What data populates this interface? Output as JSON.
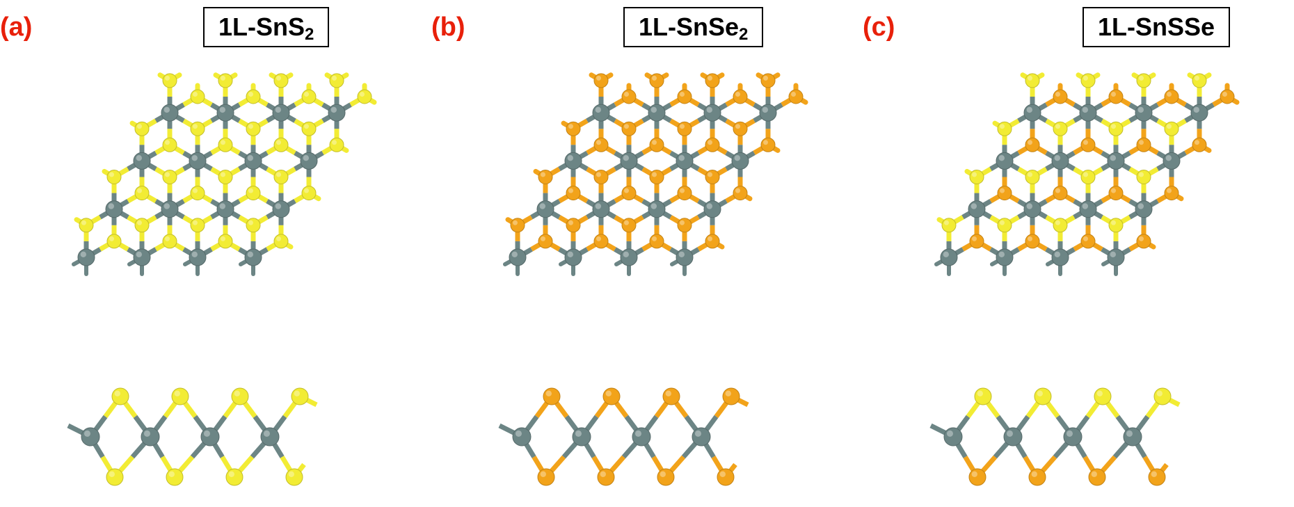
{
  "colors": {
    "label": "#e8200a",
    "sn": "#6c8585",
    "s": "#f2ec34",
    "se": "#f2a31a"
  },
  "panels": [
    {
      "letter": "(a)",
      "title_main": "1L-SnS",
      "title_sub": "2",
      "title_tail": "",
      "top_atom": "s",
      "bottom_atom": "s"
    },
    {
      "letter": "(b)",
      "title_main": "1L-SnSe",
      "title_sub": "2",
      "title_tail": "",
      "top_atom": "se",
      "bottom_atom": "se"
    },
    {
      "letter": "(c)",
      "title_main": "1L-SnSSe",
      "title_sub": "",
      "title_tail": "",
      "top_atom": "s",
      "bottom_atom": "se"
    }
  ]
}
